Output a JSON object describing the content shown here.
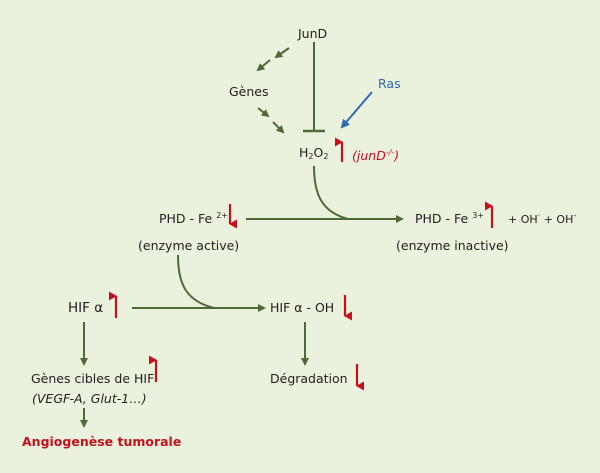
{
  "colors": {
    "background": "#eaf1dc",
    "arrow": "#4d6b34",
    "red": "#c8101c",
    "blue": "#2f68b3",
    "text": "#1f1f1f"
  },
  "nodes": {
    "jund": "JunD",
    "genes": "Gènes",
    "ras": "Ras",
    "h2o2_main": "H",
    "h2o2_sub1": "2",
    "h2o2_o": "O",
    "h2o2_sub2": "2",
    "jund_ko": "(junD",
    "jund_ko_sup": "-/-",
    "jund_ko_close": ")",
    "phd_fe2": "PHD - Fe",
    "phd_fe2_sup": "2+",
    "enzyme_active": "(enzyme active)",
    "phd_fe3": "PHD - Fe",
    "phd_fe3_sup": "3+",
    "oh_products_a": "+ OH",
    "oh_sup1": "·",
    "oh_products_b": "+ OH",
    "oh_sup2": "-",
    "enzyme_inactive": "(enzyme inactive)",
    "hif_alpha": "HIF α",
    "hif_alpha_oh": "HIF α - OH",
    "degradation": "Dégradation",
    "target_genes": "Gènes cibles de HIF",
    "target_examples": "(VEGF-A, Glut-1…)",
    "angiogenesis": "Angiogenèse tumorale"
  }
}
